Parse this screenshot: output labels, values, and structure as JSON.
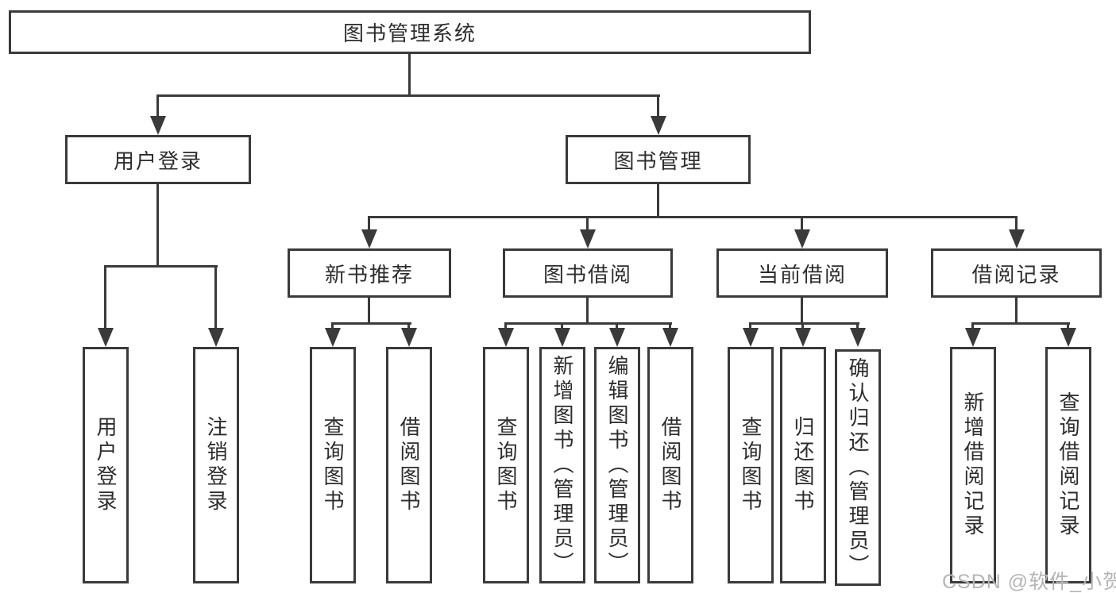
{
  "nodes": {
    "root": "图书管理系统",
    "user_login": "用户登录",
    "book_management": "图书管理",
    "new_book_recommendation": "新书推荐",
    "book_borrowing": "图书借阅",
    "current_borrowing": "当前借阅",
    "borrowing_records": "借阅记录",
    "leaf_user_login": "用户登录",
    "leaf_logout": "注销登录",
    "leaf_nbr_query_books": "查询图书",
    "leaf_nbr_borrow_books": "借阅图书",
    "leaf_bb_query_books": "查询图书",
    "leaf_bb_add_books": "新增图书（管理员）",
    "leaf_bb_edit_books": "编辑图书（管理员）",
    "leaf_bb_borrow_books": "借阅图书",
    "leaf_cb_query_books": "查询图书",
    "leaf_cb_return_books": "归还图书",
    "leaf_cb_confirm_return": "确认归还（管理员）",
    "leaf_br_add_record": "新增借阅记录",
    "leaf_br_query_record": "查询借阅记录"
  },
  "watermark": {
    "text": "CSDN @软件_小贺同学"
  },
  "colors": {
    "line": "#3a3a3a",
    "text": "#2d2d2d",
    "watermark": "#b5b5b5",
    "background": "#ffffff"
  }
}
